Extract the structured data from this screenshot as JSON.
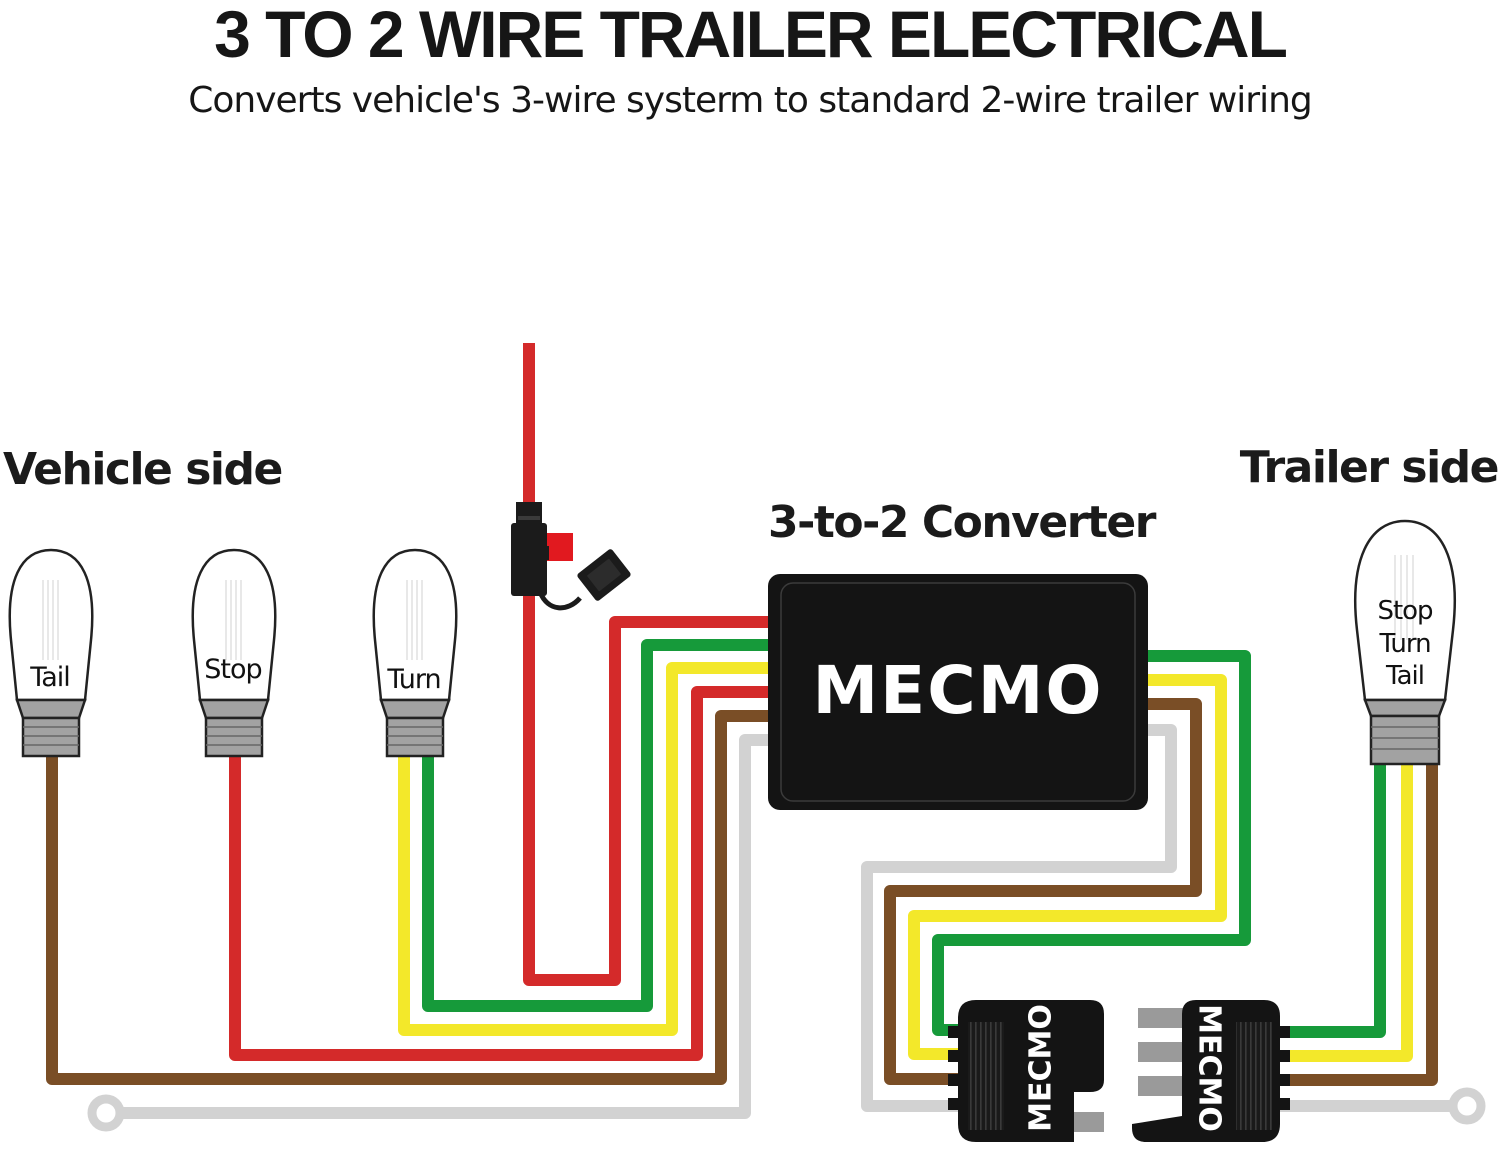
{
  "header": {
    "title": "3 TO 2 WIRE TRAILER ELECTRICAL",
    "subtitle": "Converts vehicle's 3-wire systerm to standard 2-wire trailer wiring"
  },
  "labels": {
    "vehicle_side": "Vehicle side",
    "trailer_side": "Trailer side",
    "converter": "3-to-2 Converter"
  },
  "vehicle_bulbs": [
    {
      "label": "Tail"
    },
    {
      "label": "Stop"
    },
    {
      "label": "Turn"
    }
  ],
  "trailer_bulb": {
    "lines": [
      "Stop",
      "Turn",
      "Tail"
    ]
  },
  "converter": {
    "brand": "MECMO"
  },
  "connectors": {
    "vehicle_plug_brand": "MECMO",
    "trailer_plug_brand": "MECMO"
  },
  "colors": {
    "red": "#d42a2a",
    "green": "#169a3a",
    "yellow": "#f3e82a",
    "brown": "#7a4e26",
    "white_ground": "#d2d2d2",
    "converter_box": "#141414",
    "bulb_base": "#a2a2a2"
  }
}
